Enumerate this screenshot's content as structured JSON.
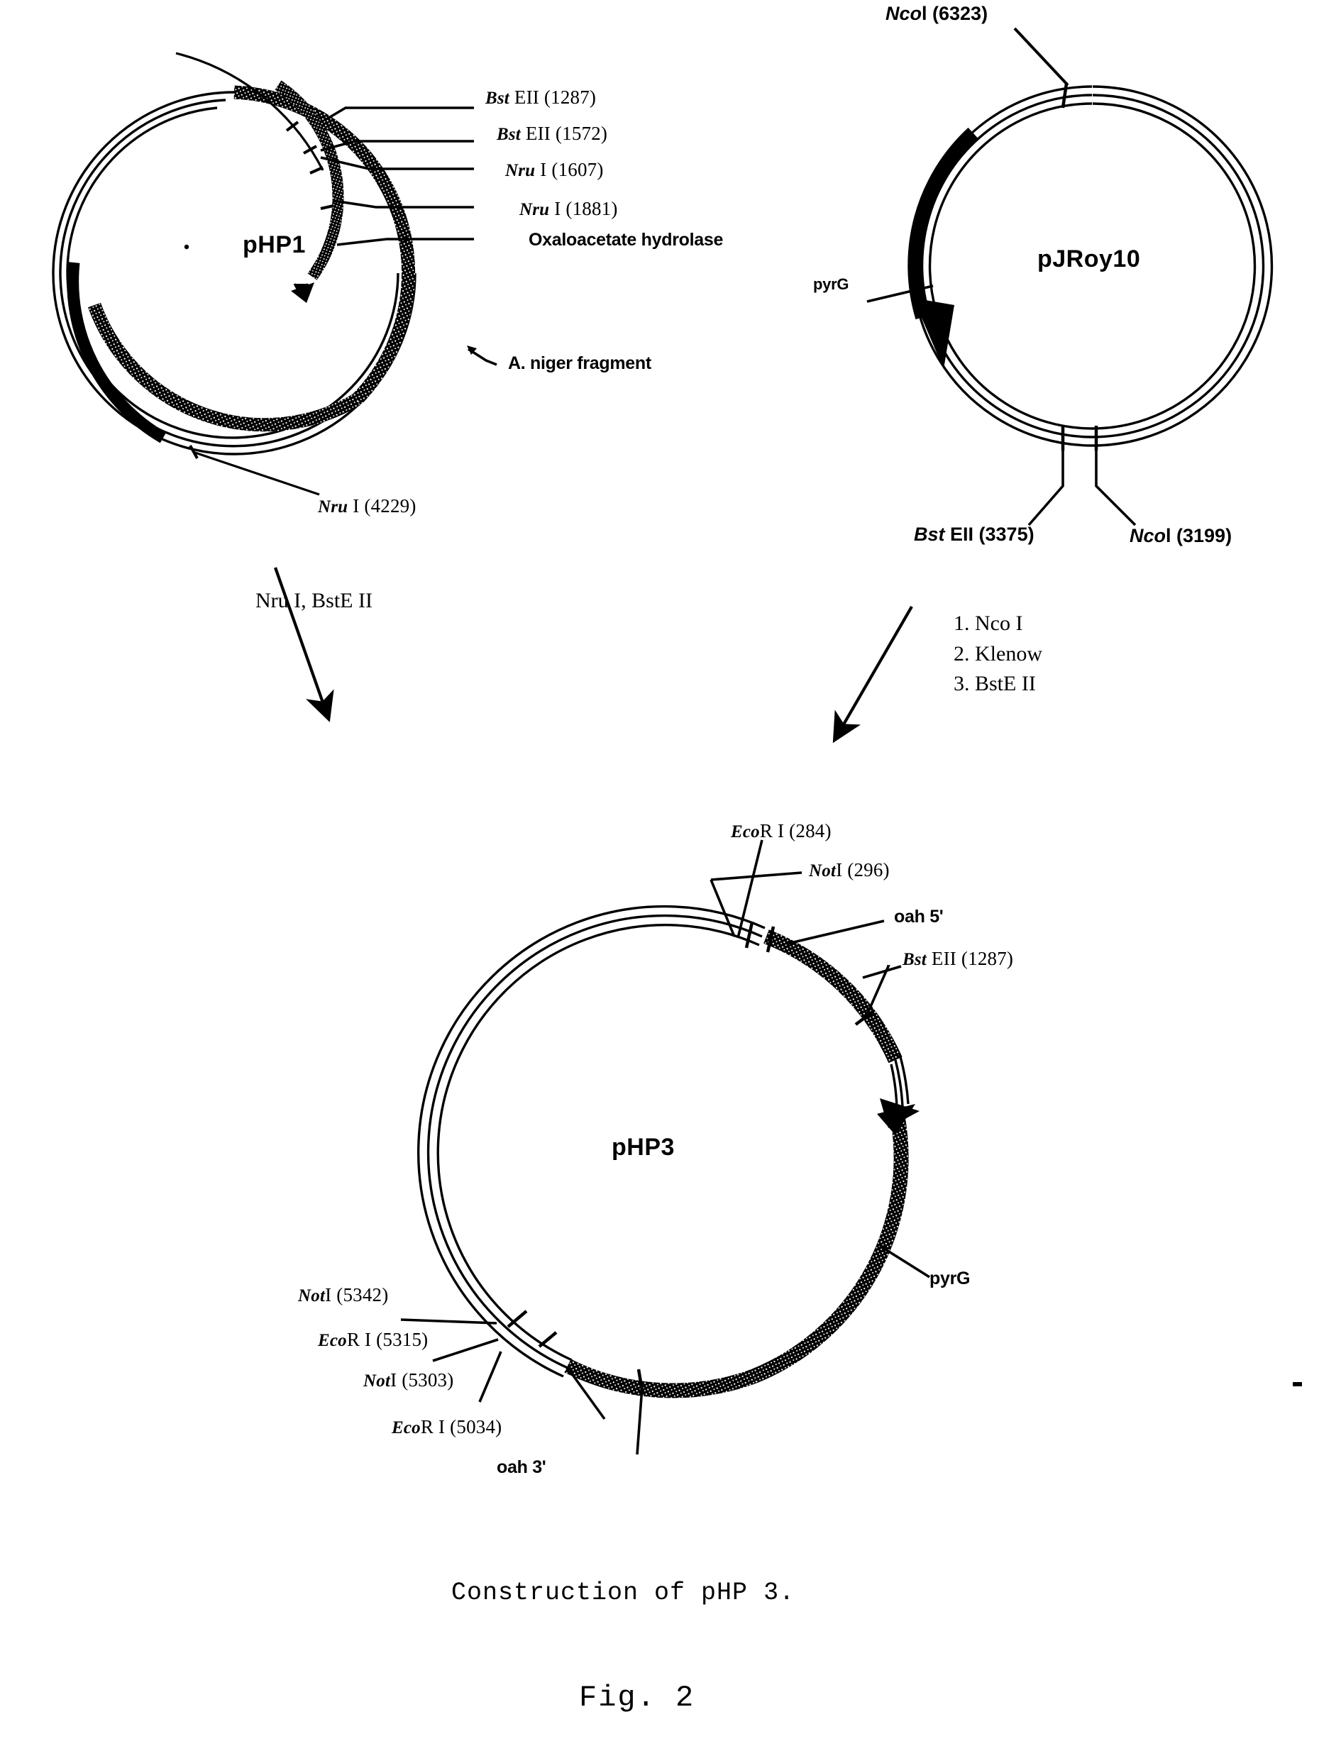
{
  "figure": {
    "caption": "Construction of pHP 3.",
    "number": "Fig. 2",
    "type": "plasmid-map-construction-diagram"
  },
  "plasmids": [
    {
      "id": "pHP1",
      "name": "pHP1",
      "position": "top-left",
      "labels": [
        {
          "name": "bstEII-1287",
          "italic": "Bst",
          "rest": " EII (1287)"
        },
        {
          "name": "bstEII-1572",
          "italic": "Bst",
          "rest": " EII (1572)"
        },
        {
          "name": "nruI-1607",
          "italic": "Nru",
          "rest": " I (1607)"
        },
        {
          "name": "nruI-1881",
          "italic": "Nru",
          "rest": " I (1881)"
        },
        {
          "name": "oxaloacetate-hydrolase",
          "italic": "",
          "rest": "Oxaloacetate hydrolase"
        },
        {
          "name": "a-niger-fragment",
          "italic": "",
          "rest": "A. niger fragment"
        },
        {
          "name": "nruI-4229",
          "italic": "Nru",
          "rest": " I (4229)"
        }
      ]
    },
    {
      "id": "pJRoy10",
      "name": "pJRoy10",
      "position": "top-right",
      "labels": [
        {
          "name": "ncoI-6323",
          "italic": "Nco",
          "rest": "l (6323)"
        },
        {
          "name": "pyrG-gene",
          "italic": "",
          "rest": "pyrG"
        },
        {
          "name": "bstEII-3375",
          "italic": "Bst",
          "rest": " EII (3375)"
        },
        {
          "name": "ncoI-3199",
          "italic": "Nco",
          "rest": "l (3199)"
        }
      ]
    },
    {
      "id": "pHP3",
      "name": "pHP3",
      "position": "bottom-center",
      "labels": [
        {
          "name": "ecoRI-284",
          "italic": "Eco",
          "rest": "R I (284)"
        },
        {
          "name": "notI-296",
          "italic": "Not",
          "rest": "I (296)"
        },
        {
          "name": "oah-5prime",
          "italic": "",
          "rest": "oah 5'"
        },
        {
          "name": "bstEII-1287",
          "italic": "Bst",
          "rest": " EII (1287)"
        },
        {
          "name": "pyrG-gene",
          "italic": "",
          "rest": "pyrG"
        },
        {
          "name": "notI-5342",
          "italic": "Not",
          "rest": "I (5342)"
        },
        {
          "name": "ecoRI-5315",
          "italic": "Eco",
          "rest": "R I (5315)"
        },
        {
          "name": "notI-5303",
          "italic": "Not",
          "rest": "I (5303)"
        },
        {
          "name": "ecoRI-5034",
          "italic": "Eco",
          "rest": "R I (5034)"
        },
        {
          "name": "oah-3prime",
          "italic": "",
          "rest": "oah 3'"
        }
      ]
    }
  ],
  "pHP1_labels": {
    "bstEII_1287_it": "Bst",
    "bstEII_1287_rest": " EII (1287)",
    "bstEII_1572_it": "Bst",
    "bstEII_1572_rest": " EII (1572)",
    "nruI_1607_it": "Nru",
    "nruI_1607_rest": " I (1607)",
    "nruI_1881_it": "Nru",
    "nruI_1881_rest": " I (1881)",
    "oxaloacetate": "Oxaloacetate hydrolase",
    "a_niger_fragment": "A. niger fragment",
    "nruI_4229_it": "Nru",
    "nruI_4229_rest": " I (4229)",
    "title": "pHP1"
  },
  "pJRoy10_labels": {
    "ncoI_6323_it": "Nco",
    "ncoI_6323_rest": "l (6323)",
    "pyrG": "pyrG",
    "title": "pJRoy10",
    "bstEII_3375_it": "Bst",
    "bstEII_3375_rest": " EII (3375)",
    "ncoI_3199_it": "Nco",
    "ncoI_3199_rest": "l (3199)"
  },
  "pHP3_labels": {
    "ecoRI_284_it": "Eco",
    "ecoRI_284_rest": "R I (284)",
    "notI_296_it": "Not",
    "notI_296_rest": "I (296)",
    "oah5": "oah 5'",
    "bstEII_1287_it": "Bst",
    "bstEII_1287_rest": " EII (1287)",
    "pyrG": "pyrG",
    "title": "pHP3",
    "notI_5342_it": "Not",
    "notI_5342_rest": "I (5342)",
    "ecoRI_5315_it": "Eco",
    "ecoRI_5315_rest": "R I (5315)",
    "notI_5303_it": "Not",
    "notI_5303_rest": "I (5303)",
    "ecoRI_5034_it": "Eco",
    "ecoRI_5034_rest": "R I (5034)",
    "oah3": "oah 3'"
  },
  "reactions": {
    "left": {
      "name": "left-digest-step",
      "text": "Nru I, BstE II"
    },
    "right": {
      "name": "right-digest-steps",
      "line1": "1. Nco I",
      "line2": "2. Klenow",
      "line3": "3. BstE II"
    }
  },
  "colors": {
    "ink": "#000000",
    "background": "#ffffff"
  }
}
